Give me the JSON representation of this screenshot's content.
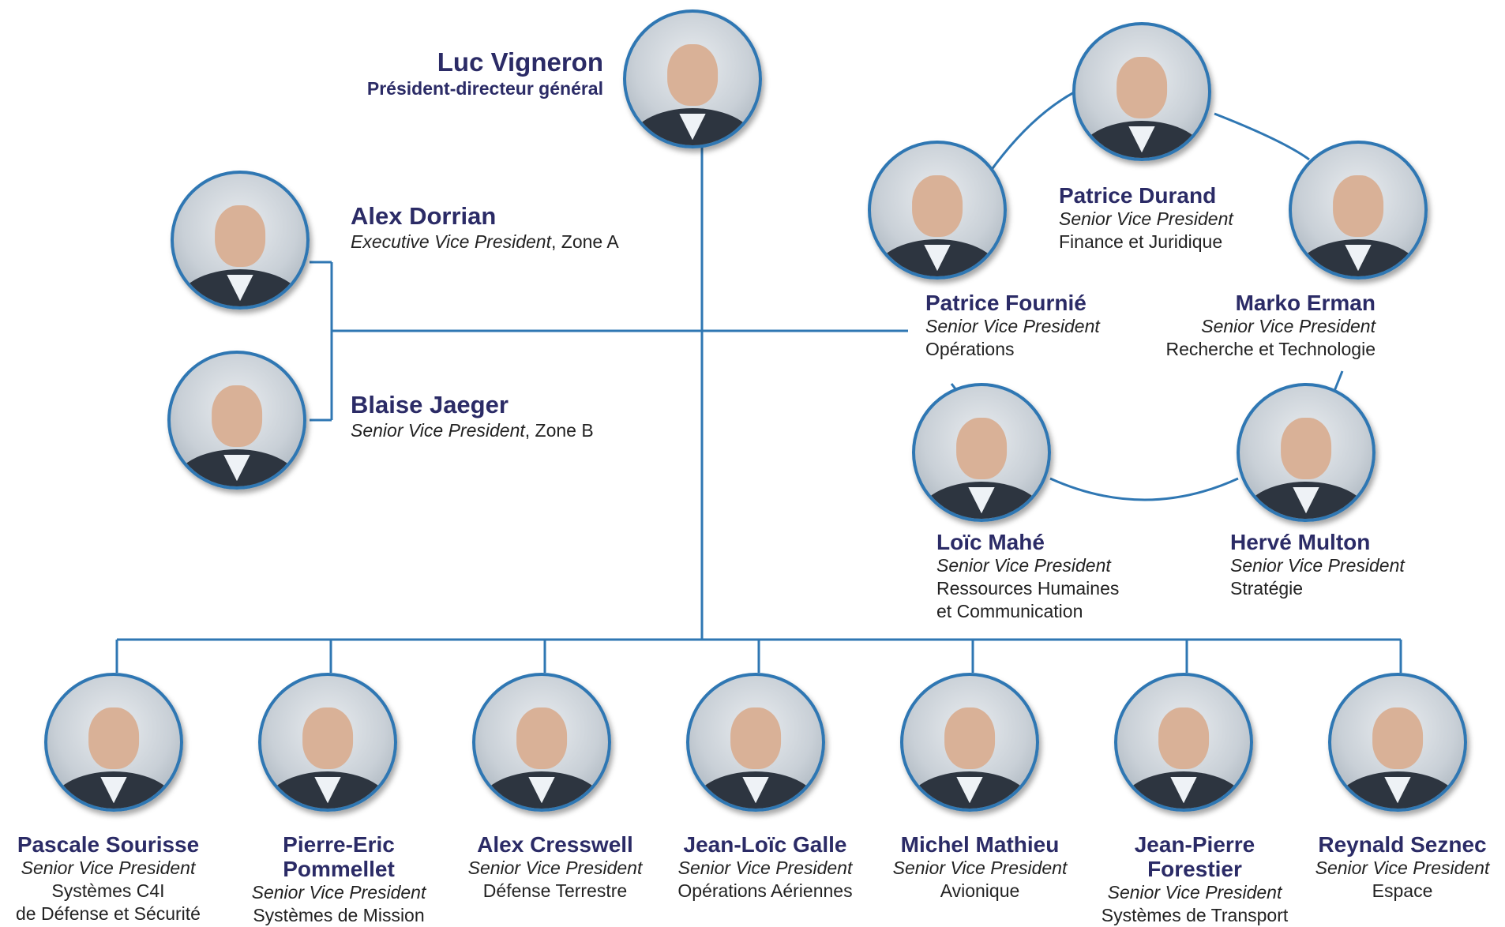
{
  "accent_color": "#2f77b3",
  "name_color": "#2b2b66",
  "ceo": {
    "name": "Luc Vigneron",
    "title": "Président-directeur général"
  },
  "left_executives": [
    {
      "name": "Alex Dorrian",
      "title": "Executive Vice President",
      "area": ", Zone A"
    },
    {
      "name": "Blaise Jaeger",
      "title": "Senior Vice President",
      "area": ", Zone B"
    }
  ],
  "ring_top": [
    {
      "name": "Patrice Durand",
      "title": "Senior Vice President",
      "area": "Finance et Juridique"
    },
    {
      "name": "Patrice Fournié",
      "title": "Senior Vice President",
      "area": "Opérations"
    },
    {
      "name": "Marko Erman",
      "title": "Senior Vice President",
      "area": "Recherche et Technologie"
    }
  ],
  "ring_bottom": [
    {
      "name": "Loïc Mahé",
      "title": "Senior Vice President",
      "area": "Ressources Humaines",
      "area2": "et Communication"
    },
    {
      "name": "Hervé Multon",
      "title": "Senior Vice President",
      "area": "Stratégie"
    }
  ],
  "divisions": [
    {
      "name": "Pascale Sourisse",
      "name2": "",
      "title": "Senior Vice President",
      "area": "Systèmes C4I",
      "area2": "de Défense et Sécurité"
    },
    {
      "name": "Pierre-Eric",
      "name2": "Pommellet",
      "title": "Senior Vice President",
      "area": "Systèmes de Mission",
      "area2": ""
    },
    {
      "name": "Alex Cresswell",
      "name2": "",
      "title": "Senior Vice President",
      "area": "Défense Terrestre",
      "area2": ""
    },
    {
      "name": "Jean-Loïc Galle",
      "name2": "",
      "title": "Senior Vice President",
      "area": "Opérations Aériennes",
      "area2": ""
    },
    {
      "name": "Michel Mathieu",
      "name2": "",
      "title": "Senior Vice President",
      "area": "Avionique",
      "area2": ""
    },
    {
      "name": "Jean-Pierre",
      "name2": "Forestier",
      "title": "Senior Vice President",
      "area": "Systèmes de Transport",
      "area2": ""
    },
    {
      "name": "Reynald Seznec",
      "name2": "",
      "title": "Senior Vice President",
      "area": "Espace",
      "area2": ""
    }
  ]
}
